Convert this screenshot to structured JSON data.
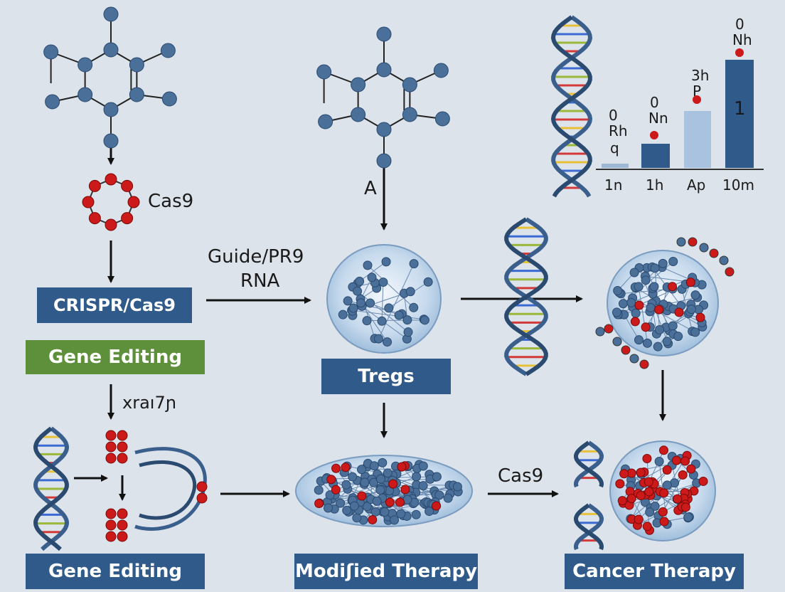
{
  "colors": {
    "background": "#dde3ea",
    "box_blue": "#2f5a8a",
    "box_green": "#5e8f3a",
    "atom_blue": "#4a6f98",
    "atom_red": "#cc1a1a",
    "cell_fill": "#c9dcef"
  },
  "boxes": {
    "crispr": "CRISPR/Cas9",
    "gene_editing_green": "Gene Editing",
    "tregs": "Tregs",
    "gene_editing_bottom": "Gene Editing",
    "modified_therapy": "Modiʃied Therapy",
    "cancer_therapy": "Cancer Therapy"
  },
  "labels": {
    "cas9_ring": "Cas9",
    "a_label": "A",
    "guide_line1": "Guide/PR9",
    "guide_line2": "RNA",
    "xrai": "xraı7ɲ",
    "cas9_arrow": "Cas9"
  },
  "inset_chart": {
    "bar_tops": [
      "Rh",
      "Nn",
      "P",
      "Nh"
    ],
    "bar_numbers": [
      "0",
      "0",
      "3h",
      "0"
    ],
    "bar_sub": "q",
    "big_value": "1",
    "x_labels": [
      "1n",
      "1h",
      "Ap",
      "10m"
    ]
  }
}
